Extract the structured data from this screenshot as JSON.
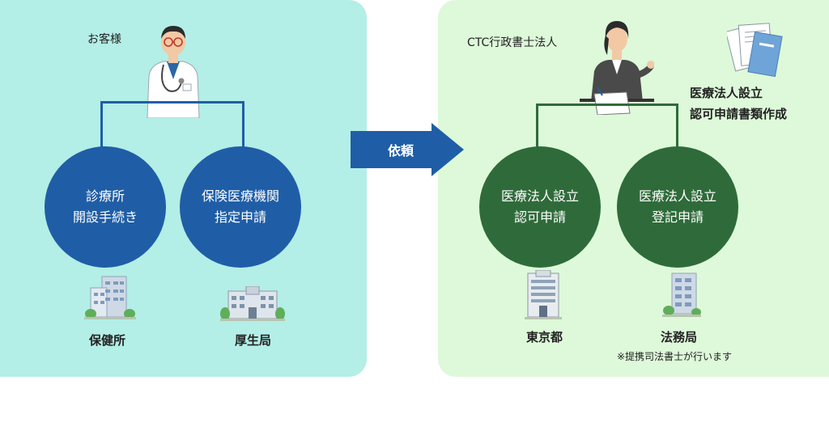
{
  "left": {
    "client_label": "お客様",
    "circle1": {
      "line1": "診療所",
      "line2": "開設手続き"
    },
    "circle2": {
      "line1": "保険医療機関",
      "line2": "指定申請"
    },
    "office1": "保健所",
    "office2": "厚生局"
  },
  "arrow": {
    "label": "依頼"
  },
  "right": {
    "firm_label": "CTC行政書士法人",
    "docs_line1": "医療法人設立",
    "docs_line2": "認可申請書類作成",
    "circle1": {
      "line1": "医療法人設立",
      "line2": "認可申請"
    },
    "circle2": {
      "line1": "医療法人設立",
      "line2": "登記申請"
    },
    "office1": "東京都",
    "office2": "法務局",
    "office2_note": "※提携司法書士が行います"
  },
  "colors": {
    "left_bg": "#b3eee7",
    "right_bg": "#ddf9d9",
    "blue": "#1f5ea6",
    "green": "#2f6b3a"
  }
}
